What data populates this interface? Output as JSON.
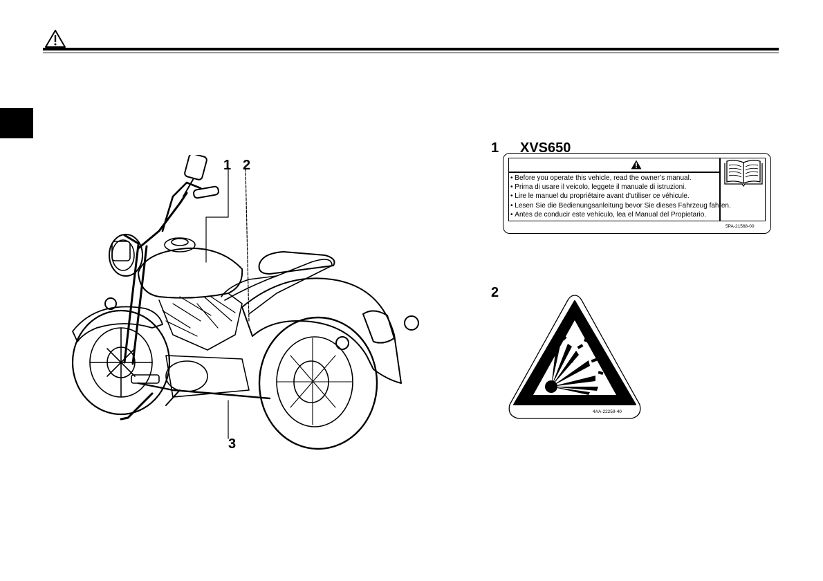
{
  "header": {
    "icon": "warning-triangle-icon"
  },
  "motorcycle": {
    "callouts": [
      "1",
      "2",
      "3"
    ]
  },
  "label1": {
    "number": "1",
    "model": "XVS650",
    "icons": [
      "warning-triangle-icon",
      "book-icon"
    ],
    "lines": [
      "Before you operate this vehicle, read the owner’s manual.",
      "Prima di usare il veicolo, leggete il manuale di istruzioni.",
      "Lire le manuel du propriétaire avant d’utiliser ce véhicule.",
      "Lesen Sie die Bedienungsanleitung bevor Sie dieses Fahrzeug fahren.",
      "Antes de conducir este vehículo, lea el Manual del Propietario."
    ],
    "code": "5PA-21568-00"
  },
  "label2": {
    "number": "2",
    "icon": "explosion-warning-icon",
    "code": "4AA-22259-40"
  }
}
